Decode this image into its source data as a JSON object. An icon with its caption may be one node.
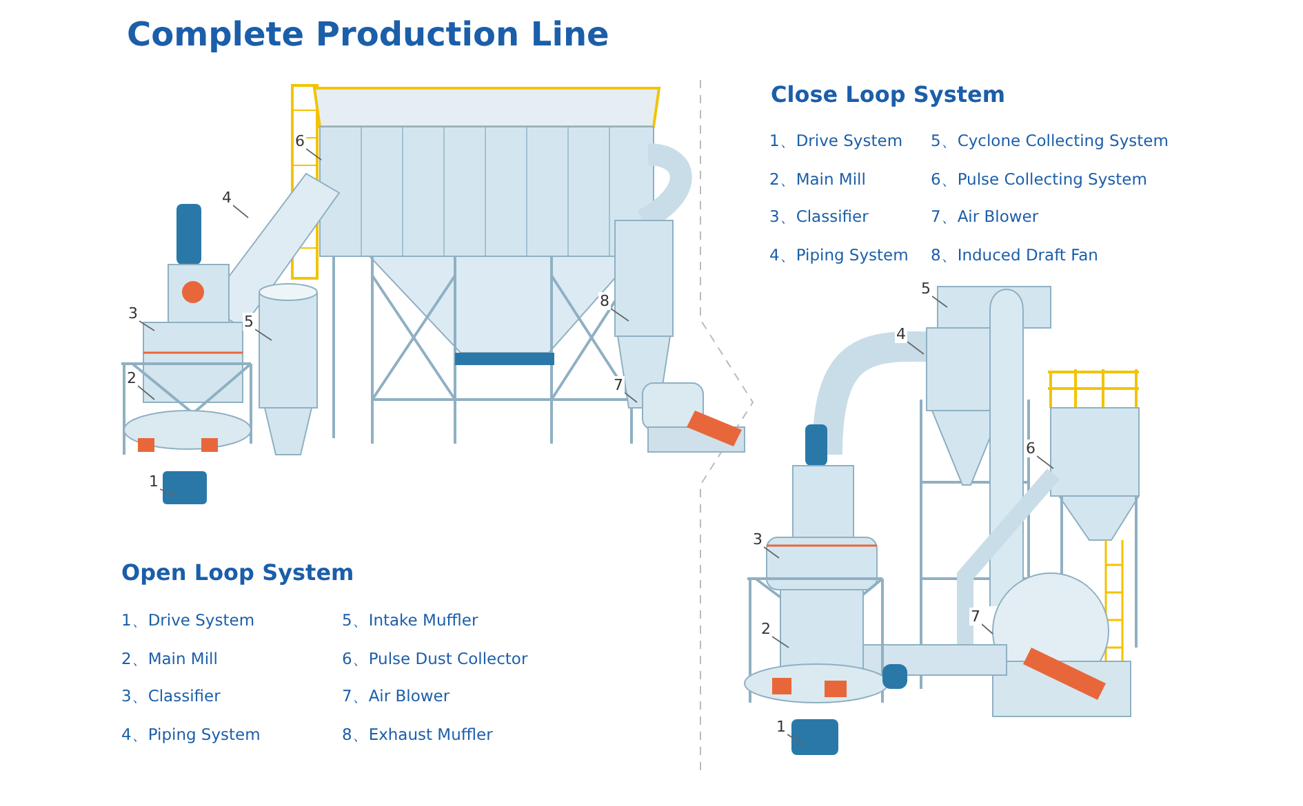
{
  "diagram": {
    "title": "Complete Production Line",
    "nodes": [
      {
        "text": [
          "1"
        ]
      },
      {
        "text": [
          "2"
        ]
      },
      {
        "text": [
          "3"
        ]
      },
      {
        "text": [
          "4"
        ]
      },
      {
        "text": [
          "5"
        ]
      },
      {
        "text": [
          "6"
        ]
      },
      {
        "text": [
          "7"
        ]
      },
      {
        "text": [
          "8"
        ]
      },
      {
        "text": [
          "1"
        ]
      },
      {
        "text": [
          "2"
        ]
      },
      {
        "text": [
          "3"
        ]
      },
      {
        "text": [
          "4"
        ]
      },
      {
        "text": [
          "5"
        ]
      },
      {
        "text": [
          "6"
        ]
      },
      {
        "text": [
          "7"
        ]
      }
    ],
    "edges": [
      {
        "from": 0,
        "to": null,
        "arrow": "none"
      },
      {
        "from": 1,
        "to": null,
        "arrow": "none"
      },
      {
        "from": 2,
        "to": null,
        "arrow": "none"
      },
      {
        "from": 3,
        "to": null,
        "arrow": "none"
      },
      {
        "from": 4,
        "to": null,
        "arrow": "none"
      },
      {
        "from": 5,
        "to": null,
        "arrow": "none"
      },
      {
        "from": 6,
        "to": null,
        "arrow": "none"
      },
      {
        "from": 7,
        "to": null,
        "arrow": "none"
      },
      {
        "from": 8,
        "to": null,
        "arrow": "none"
      },
      {
        "from": 9,
        "to": null,
        "arrow": "none"
      },
      {
        "from": 10,
        "to": null,
        "arrow": "none"
      },
      {
        "from": 11,
        "to": null,
        "arrow": "none"
      },
      {
        "from": 12,
        "to": null,
        "arrow": "none"
      },
      {
        "from": 13,
        "to": null,
        "arrow": "none"
      },
      {
        "from": 14,
        "to": null,
        "arrow": "none"
      }
    ],
    "labels": [
      "Close Loop System",
      "1、Drive System",
      "5、Cyclone Collecting System",
      "2、Main Mill",
      "6、Pulse Collecting System",
      "3、Classifier",
      "7、Air Blower",
      "4、Piping System",
      "8、Induced Draft Fan",
      "Open Loop System",
      "1、Drive System",
      "5、Intake Muffler",
      "2、Main Mill",
      "6、Pulse Dust Collector",
      "3、Classifier",
      "7、Air Blower",
      "4、Piping System",
      "8、Exhaust Muffler"
    ]
  }
}
